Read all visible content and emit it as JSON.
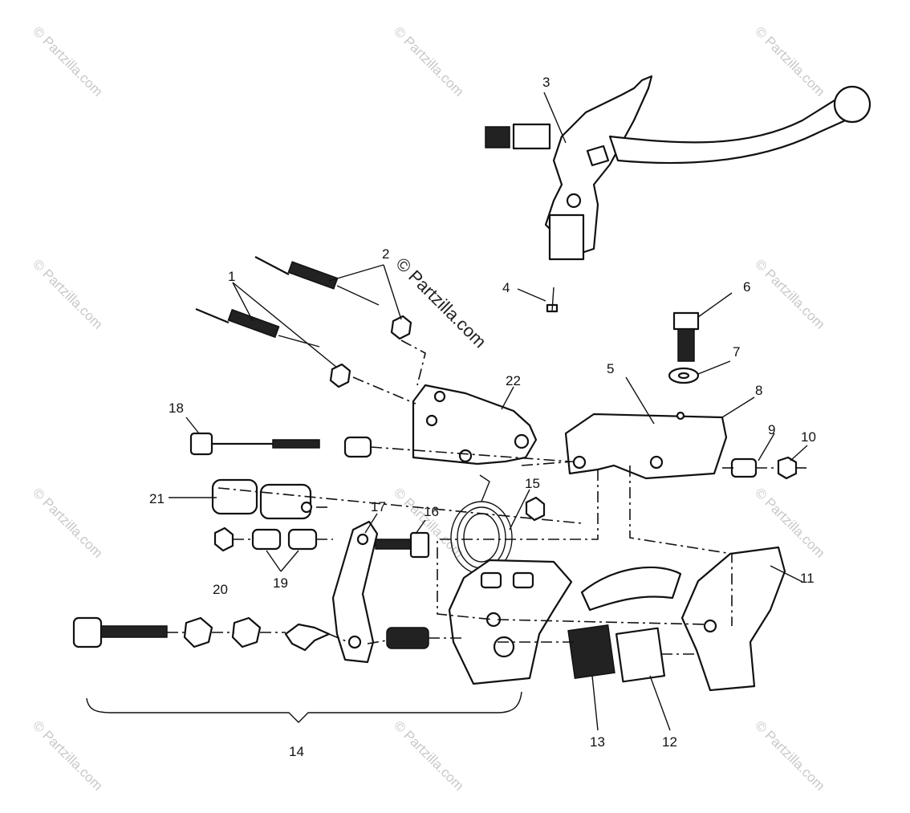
{
  "diagram": {
    "watermark": "© Partzilla.com",
    "callouts": [
      "1",
      "2",
      "3",
      "4",
      "5",
      "6",
      "7",
      "8",
      "9",
      "10",
      "11",
      "12",
      "13",
      "14",
      "15",
      "16",
      "17",
      "18",
      "19",
      "20",
      "21",
      "22"
    ]
  }
}
